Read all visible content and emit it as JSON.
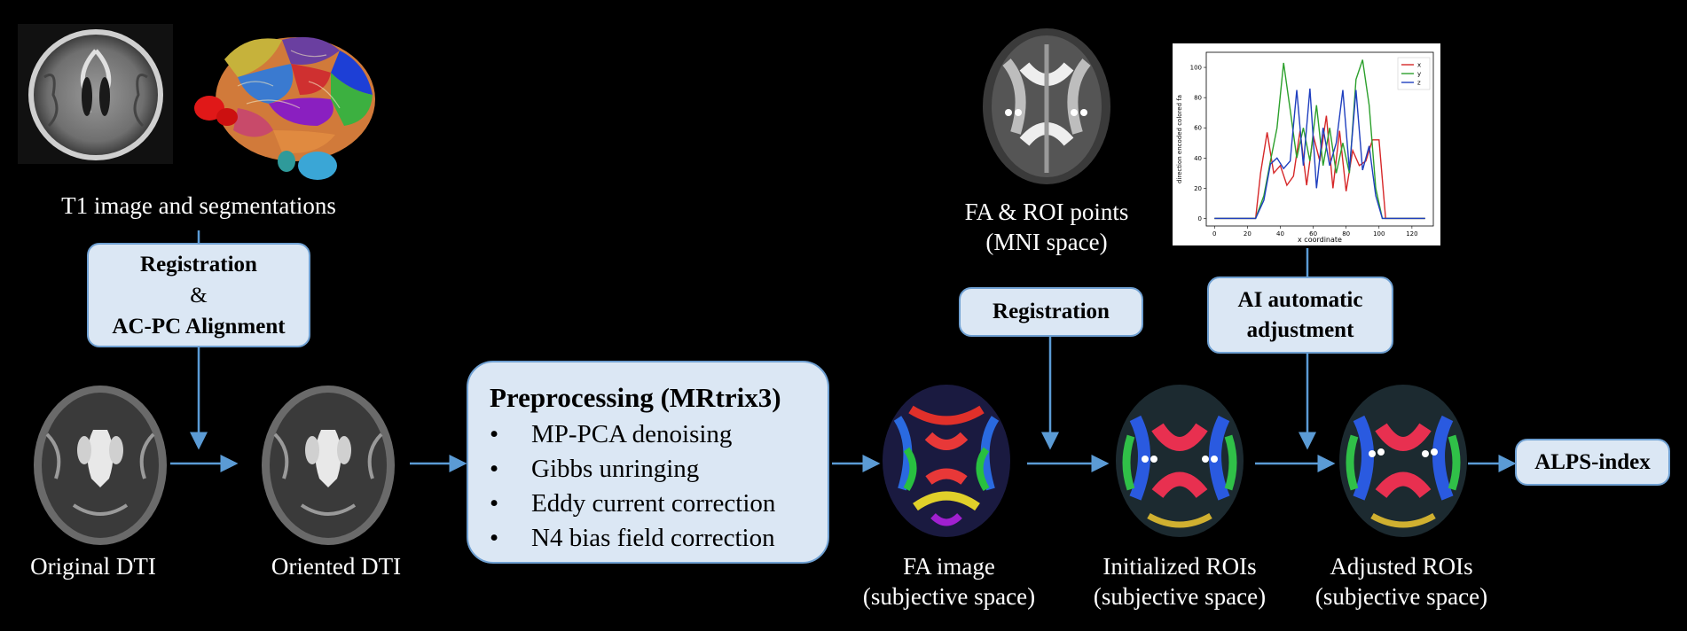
{
  "captions": {
    "t1": "T1 image and segmentations",
    "orig_dti": "Original DTI",
    "oriented_dti": "Oriented DTI",
    "fa_image": [
      "FA image",
      "(subjective space)"
    ],
    "init_rois": [
      "Initialized ROIs",
      "(subjective space)"
    ],
    "adj_rois": [
      "Adjusted ROIs",
      "(subjective space)"
    ],
    "fa_roi": [
      "FA & ROI points",
      "(MNI space)"
    ]
  },
  "boxes": {
    "reg_align": [
      "Registration",
      "&",
      "AC-PC Alignment"
    ],
    "registration": "Registration",
    "ai": [
      "AI automatic",
      "adjustment"
    ],
    "alps": "ALPS-index"
  },
  "preprocessing": {
    "title": "Preprocessing (MRtrix3)",
    "bullet": "•",
    "items": [
      "MP-PCA denoising",
      "Gibbs unringing",
      "Eddy current correction",
      "N4 bias field correction"
    ]
  },
  "chart_data": {
    "type": "line",
    "xlabel": "x coordinate",
    "ylabel": "direction encoded colored fa",
    "xlim": [
      -5,
      133
    ],
    "ylim": [
      -5,
      110
    ],
    "xticks": [
      0,
      20,
      40,
      60,
      80,
      100,
      120
    ],
    "yticks": [
      0,
      20,
      40,
      60,
      80,
      100
    ],
    "legend_position": "top-right",
    "series": [
      {
        "name": "x",
        "color": "#d62728",
        "x": [
          0,
          25,
          28,
          32,
          36,
          40,
          44,
          48,
          52,
          56,
          60,
          64,
          68,
          72,
          76,
          80,
          84,
          88,
          92,
          96,
          100,
          104,
          128
        ],
        "y": [
          0,
          0,
          30,
          57,
          30,
          35,
          22,
          28,
          58,
          22,
          55,
          38,
          68,
          20,
          58,
          18,
          45,
          35,
          38,
          52,
          52,
          0,
          0
        ]
      },
      {
        "name": "y",
        "color": "#2ca02c",
        "x": [
          0,
          25,
          30,
          34,
          38,
          42,
          46,
          50,
          54,
          58,
          62,
          66,
          70,
          74,
          78,
          82,
          86,
          90,
          94,
          98,
          102,
          128
        ],
        "y": [
          0,
          0,
          15,
          38,
          60,
          103,
          72,
          40,
          60,
          38,
          75,
          35,
          60,
          30,
          50,
          30,
          92,
          105,
          75,
          20,
          0,
          0
        ]
      },
      {
        "name": "z",
        "color": "#1f3fbf",
        "x": [
          0,
          25,
          30,
          34,
          38,
          42,
          46,
          50,
          54,
          58,
          62,
          66,
          70,
          74,
          78,
          82,
          86,
          90,
          94,
          98,
          102,
          128
        ],
        "y": [
          0,
          0,
          12,
          36,
          40,
          33,
          38,
          85,
          35,
          86,
          20,
          60,
          35,
          50,
          85,
          32,
          85,
          32,
          48,
          15,
          0,
          0
        ]
      }
    ]
  }
}
